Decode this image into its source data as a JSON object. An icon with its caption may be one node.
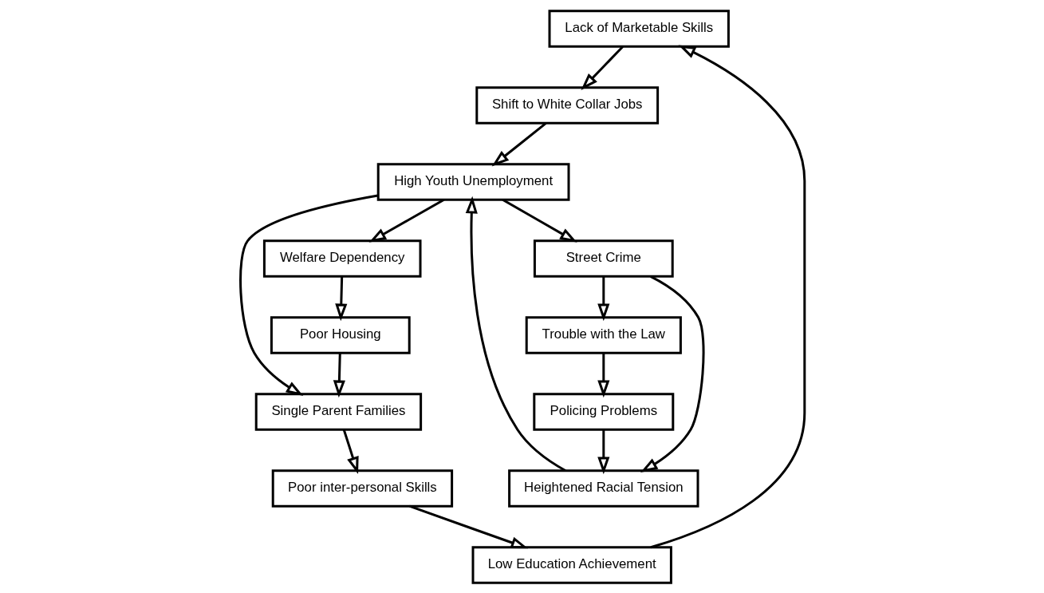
{
  "diagram": {
    "nodes": [
      {
        "text": [
          "Lack of Marketable Skills"
        ]
      },
      {
        "text": [
          "Street Crime"
        ]
      },
      {
        "text": [
          "Low Education Achievement"
        ]
      },
      {
        "text": [
          "Shift to White Collar Jobs"
        ]
      },
      {
        "text": [
          "Trouble with the Law"
        ]
      },
      {
        "text": [
          "Poor inter-personal Skills"
        ]
      },
      {
        "text": [
          "High Youth Unemployment"
        ]
      },
      {
        "text": [
          "Single Parent Families"
        ]
      },
      {
        "text": [
          "Welfare Dependency"
        ]
      },
      {
        "text": [
          "Policing Problems"
        ]
      },
      {
        "text": [
          "Heightened Racial Tension"
        ]
      },
      {
        "text": [
          "Poor Housing"
        ]
      }
    ],
    "edges": [
      {
        "from": 0,
        "to": 3,
        "arrow": "to"
      },
      {
        "from": 3,
        "to": 6,
        "arrow": "to"
      },
      {
        "from": 6,
        "to": 1,
        "arrow": "to"
      },
      {
        "from": 1,
        "to": 4,
        "arrow": "to"
      },
      {
        "from": 4,
        "to": 9,
        "arrow": "to"
      },
      {
        "from": 9,
        "to": 10,
        "arrow": "to"
      },
      {
        "from": 1,
        "to": 10,
        "arrow": "to"
      },
      {
        "from": 10,
        "to": 6,
        "arrow": "to"
      },
      {
        "from": 6,
        "to": 8,
        "arrow": "to"
      },
      {
        "from": 8,
        "to": 11,
        "arrow": "to"
      },
      {
        "from": 11,
        "to": 7,
        "arrow": "to"
      },
      {
        "from": 6,
        "to": 7,
        "arrow": "to"
      },
      {
        "from": 7,
        "to": 5,
        "arrow": "to"
      },
      {
        "from": 5,
        "to": 2,
        "arrow": "to"
      },
      {
        "from": 2,
        "to": 0,
        "arrow": "to"
      }
    ]
  }
}
